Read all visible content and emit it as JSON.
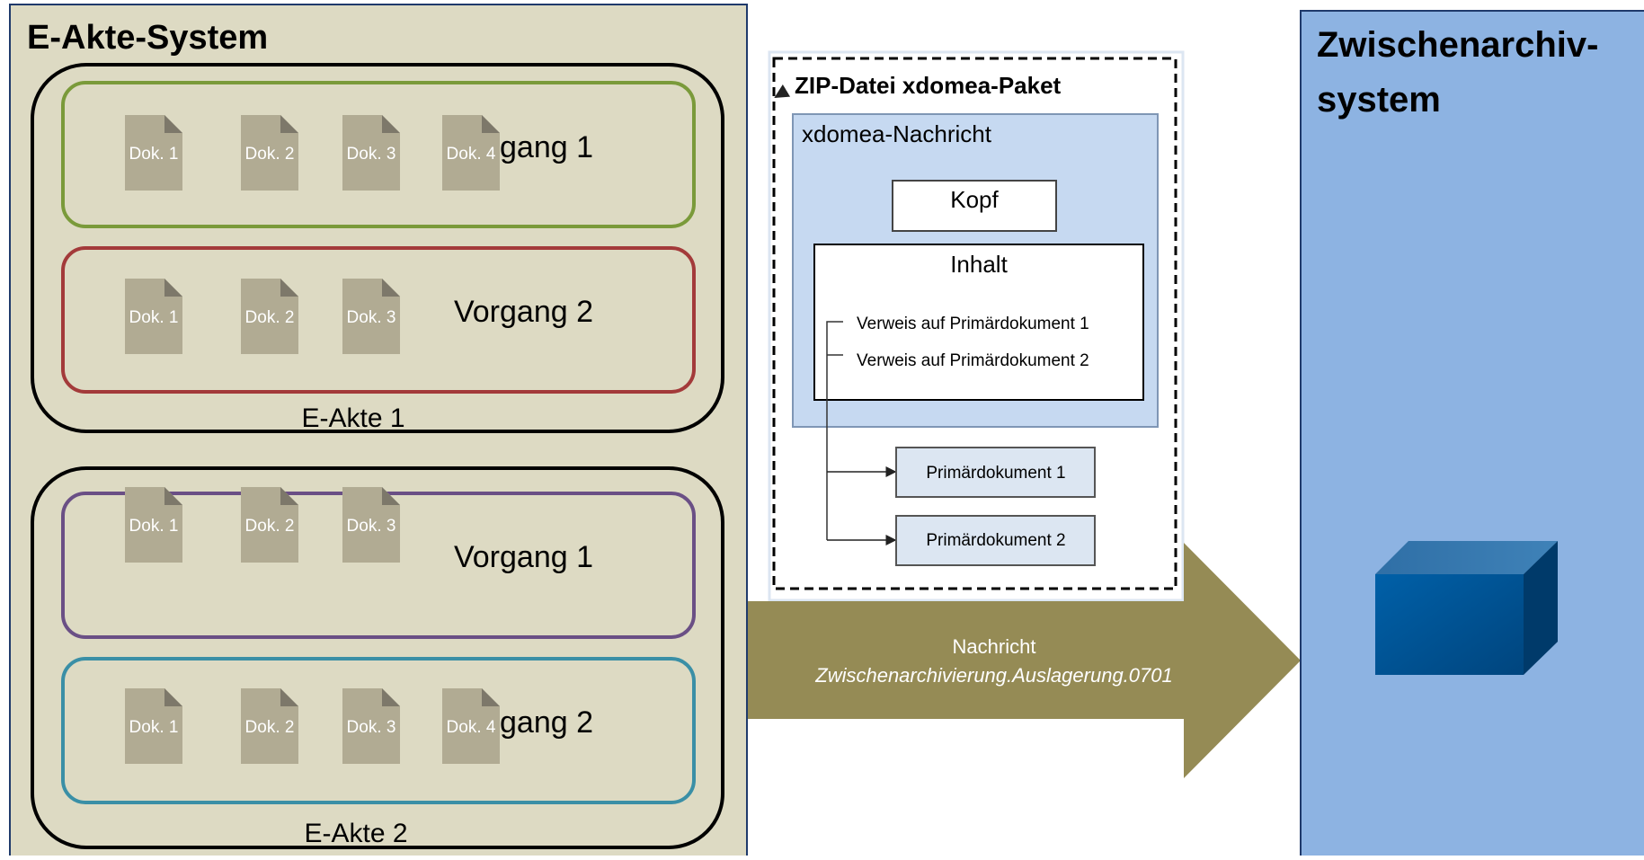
{
  "left_panel": {
    "title": "E-Akte-System",
    "akten": [
      {
        "label": "E-Akte 1",
        "vorgaenge": [
          {
            "label": "Vorgang 1",
            "color": "#7a9a3a",
            "docs": [
              "Dok. 1",
              "Dok. 2",
              "Dok. 3",
              "Dok. 4"
            ]
          },
          {
            "label": "Vorgang 2",
            "color": "#a33a3a",
            "docs": [
              "Dok. 1",
              "Dok. 2",
              "Dok. 3"
            ]
          }
        ]
      },
      {
        "label": "E-Akte 2",
        "vorgaenge": [
          {
            "label": "Vorgang 1",
            "color": "#6a4f85",
            "docs": [
              "Dok. 1",
              "Dok. 2",
              "Dok. 3"
            ]
          },
          {
            "label": "Vorgang 2",
            "color": "#3a8fa6",
            "docs": [
              "Dok. 1",
              "Dok. 2",
              "Dok. 3",
              "Dok. 4"
            ]
          }
        ]
      }
    ]
  },
  "package": {
    "title": "ZIP-Datei xdomea-Paket",
    "message_title": "xdomea-Nachricht",
    "kopf": "Kopf",
    "inhalt": "Inhalt",
    "verweise": [
      "Verweis auf Primärdokument 1",
      "Verweis auf Primärdokument 2"
    ],
    "primaerdokumente": [
      "Primärdokument 1",
      "Primärdokument 2"
    ]
  },
  "arrow": {
    "line1": "Nachricht",
    "line2": "Zwischenarchivierung.Auslagerung.0701",
    "color": "#958b55"
  },
  "right_panel": {
    "title_line1": "Zwischenarchiv-",
    "title_line2": "system",
    "color": "#8db3e2"
  },
  "colors": {
    "left_bg": "#dddac3",
    "doc_gray": "#b1ab93",
    "message_bg": "#c6d9f1",
    "cube_front": "#004f8f"
  }
}
